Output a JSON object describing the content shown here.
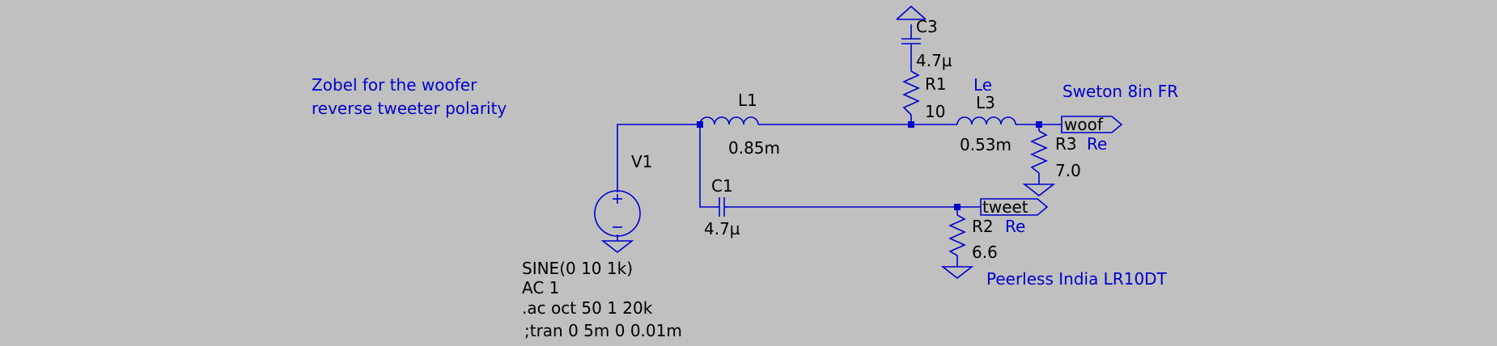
{
  "comments": {
    "line1": "Zobel for the woofer",
    "line2": "reverse tweeter polarity"
  },
  "components": {
    "l1": {
      "name": "L1",
      "value": "0.85m"
    },
    "c1": {
      "name": "C1",
      "value": "4.7µ"
    },
    "c3": {
      "name": "C3",
      "value": "4.7µ"
    },
    "r1": {
      "name": "R1",
      "value": "10"
    },
    "l3": {
      "name": "L3",
      "value": "0.53m",
      "label": "Le"
    },
    "r3": {
      "name": "R3",
      "value": "7.0",
      "label": "Re"
    },
    "r2": {
      "name": "R2",
      "value": "6.6",
      "label": "Re"
    },
    "v1": {
      "name": "V1"
    }
  },
  "flags": {
    "woof": "woof",
    "tweet": "tweet"
  },
  "drivers": {
    "woofer": "Sweton 8in FR",
    "tweeter": "Peerless India LR10DT"
  },
  "directives": {
    "sine": "SINE(0 10 1k)",
    "ac": "AC 1",
    "ac_analysis": ".ac oct 50 1 20k",
    "tran": ";tran 0 5m 0 0.01m"
  },
  "colors": {
    "background": "#c0c0c0",
    "wire": "#0000cc",
    "text": "#000000",
    "annotation": "#0000cc"
  }
}
